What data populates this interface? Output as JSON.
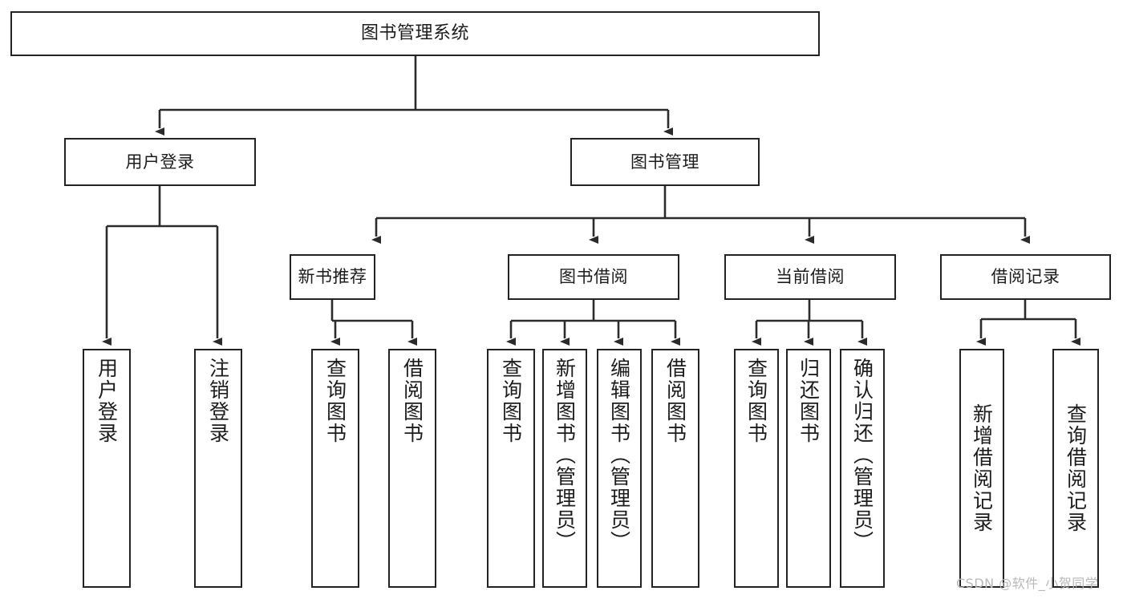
{
  "diagram": {
    "title": "图书管理系统",
    "type": "hierarchy-tree",
    "levels": 4,
    "colors": {
      "box_border": "#232323",
      "box_fill": "#ffffff",
      "connector": "#2b2b2b",
      "text": "#1c1c1c",
      "watermark": "#b9b9b9",
      "background": "#ffffff"
    },
    "root": {
      "label": "图书管理系统"
    },
    "level2": [
      {
        "label": "用户登录"
      },
      {
        "label": "图书管理"
      }
    ],
    "level3": [
      {
        "label": "新书推荐"
      },
      {
        "label": "图书借阅"
      },
      {
        "label": "当前借阅"
      },
      {
        "label": "借阅记录"
      }
    ],
    "leaves": {
      "user_login": [
        {
          "label": "用户登录"
        },
        {
          "label": "注销登录"
        }
      ],
      "new_book_recommend": [
        {
          "label": "查询图书"
        },
        {
          "label": "借阅图书"
        }
      ],
      "book_borrow": [
        {
          "label": "查询图书"
        },
        {
          "label": "新增图书（管理员）"
        },
        {
          "label": "编辑图书（管理员）"
        },
        {
          "label": "借阅图书"
        }
      ],
      "current_borrow": [
        {
          "label": "查询图书"
        },
        {
          "label": "归还图书"
        },
        {
          "label": "确认归还（管理员）"
        }
      ],
      "borrow_records": [
        {
          "label": "新增借阅记录"
        },
        {
          "label": "查询借阅记录"
        }
      ]
    }
  },
  "watermark": {
    "text": "CSDN @软件_小贺同学"
  }
}
